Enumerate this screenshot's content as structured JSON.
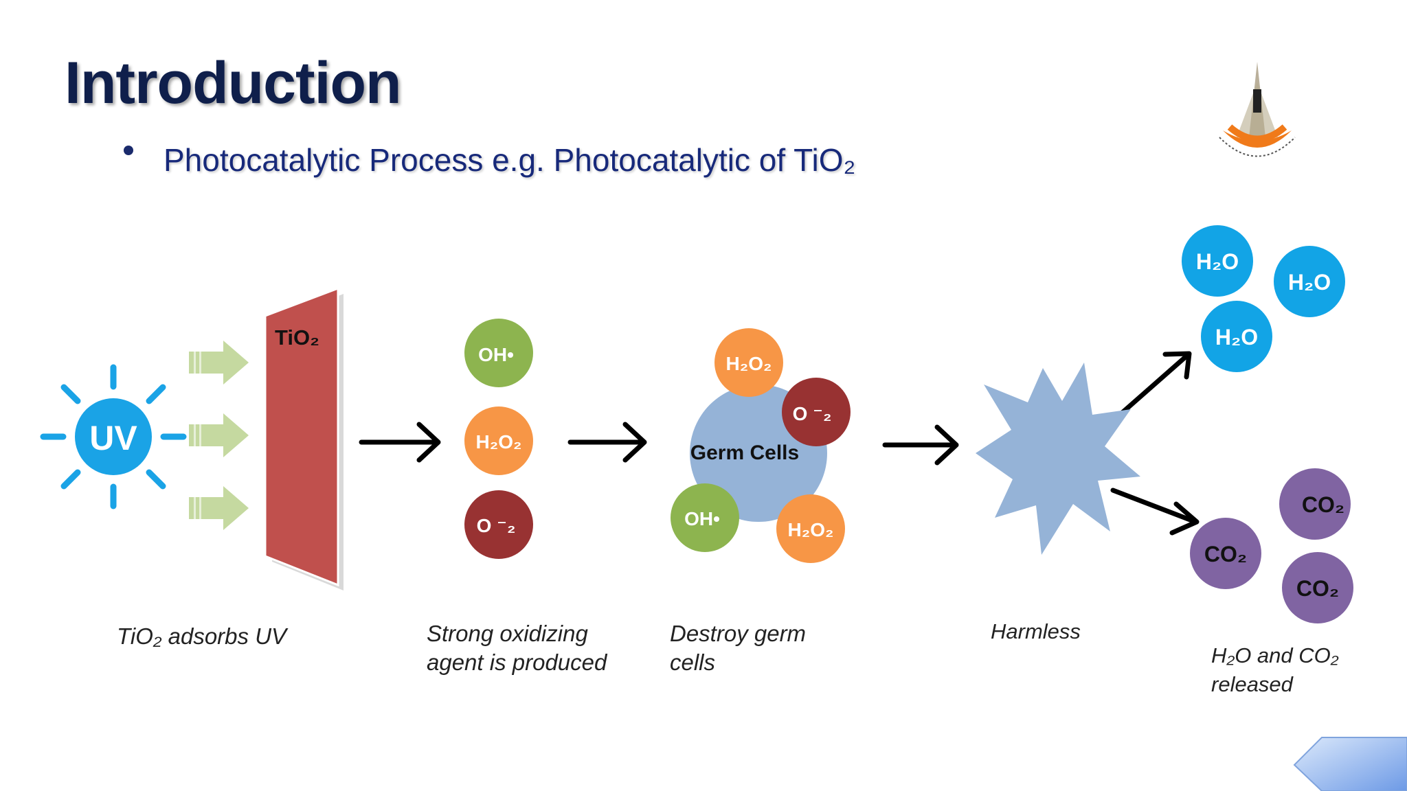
{
  "slide": {
    "title": "Introduction",
    "bullet": "Photocatalytic Process e.g. Photocatalytic of TiO₂"
  },
  "diagram": {
    "uv_label": "UV",
    "tio2_label": "TiO₂",
    "radicals": {
      "oh": "OH•",
      "h2o2": "H₂O₂",
      "o2": "O ⁻₂"
    },
    "germ_cells": "Germ Cells",
    "h2o": "H₂O",
    "co2": "CO₂"
  },
  "captions": {
    "step1": "TiO₂ adsorbs UV",
    "step2_line1": "Strong oxidizing",
    "step2_line2": "agent is produced",
    "step3_line1": "Destroy germ",
    "step3_line2": "cells",
    "step4": "Harmless",
    "step5_line1": "H₂O and CO₂",
    "step5_line2": "released"
  },
  "colors": {
    "title": "#0f1f4b",
    "uv_blue": "#1aa3e6",
    "arrow_green": "#c5d9a0",
    "tio2_panel": "#c0504d",
    "oh_green": "#8db44f",
    "h2o2_orange": "#f79646",
    "o2_red": "#983232",
    "germ_blue": "#95b3d7",
    "h2o_blue": "#12a4e6",
    "co2_purple": "#8064a2"
  },
  "icons": {
    "sun": "sun-icon",
    "logo": "university-seal-logo",
    "next": "next-slide-arrow-icon"
  }
}
